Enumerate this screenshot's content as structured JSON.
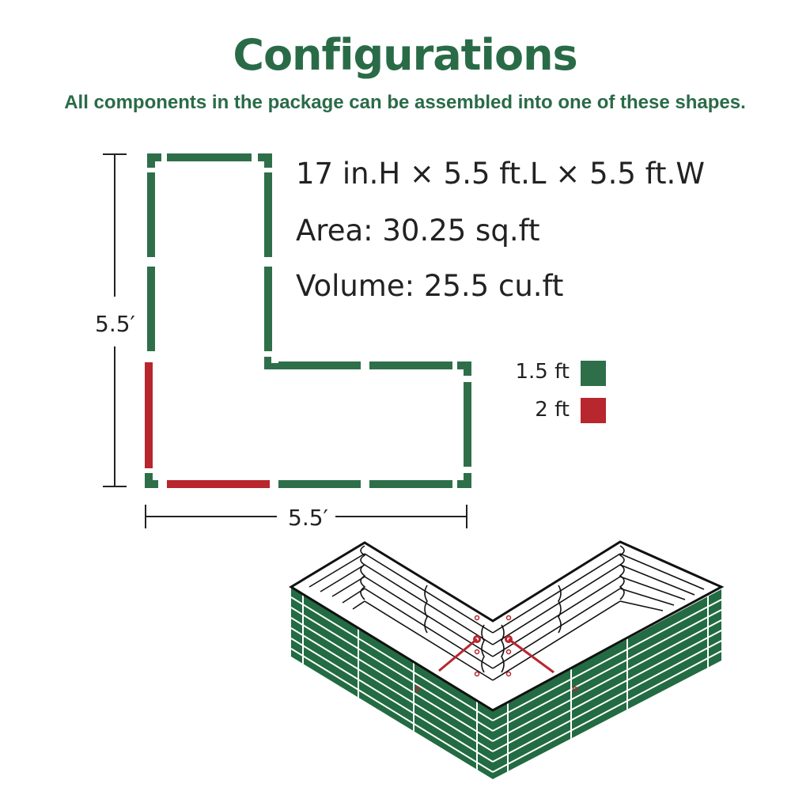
{
  "header": {
    "title": "Configurations",
    "subtitle": "All components in the package can be assembled into one of these shapes."
  },
  "specs": {
    "dimensions": "17 in.H × 5.5 ft.L × 5.5 ft.W",
    "area": "Area: 30.25 sq.ft",
    "volume": "Volume: 25.5 cu.ft"
  },
  "floor_plan": {
    "shape": "L-shape",
    "height_label": "5.5′",
    "width_label": "5.5′"
  },
  "legend": {
    "items": [
      {
        "label": "1.5 ft",
        "color": "#2e6f4a"
      },
      {
        "label": "2 ft",
        "color": "#b8262e"
      }
    ]
  },
  "colors": {
    "brand_green": "#2a6b47",
    "panel_green": "#2e6f4a",
    "panel_red": "#b8262e",
    "bed_green": "#236b42"
  },
  "illustration": {
    "description": "isometric L-shaped raised garden bed with green corrugated panels and red support braces"
  }
}
